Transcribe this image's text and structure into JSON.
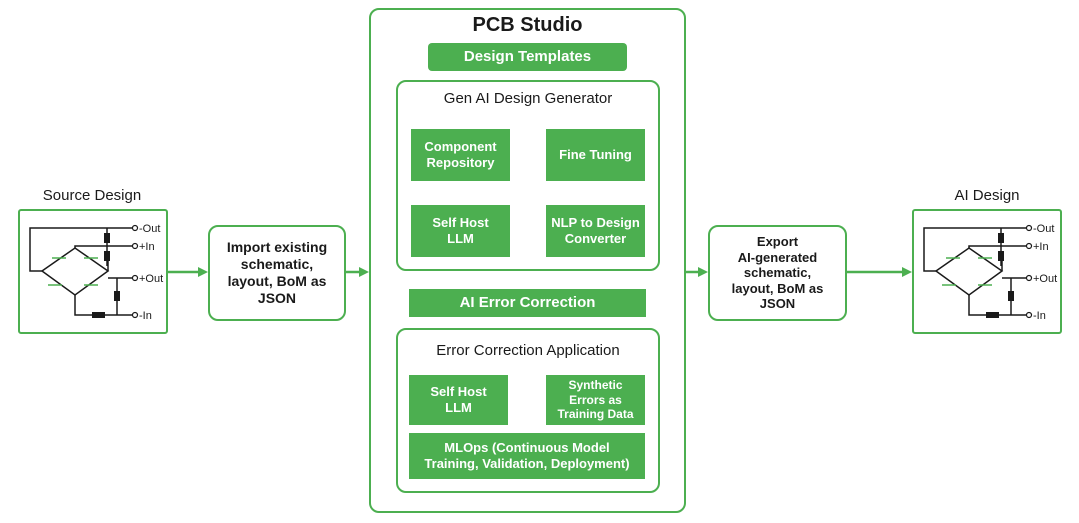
{
  "source": {
    "title": "Source Design",
    "pins": [
      "-Out",
      "+In",
      "+Out",
      "-In"
    ]
  },
  "import_box": {
    "text": "Import existing\nschematic,\nlayout, BoM as\nJSON"
  },
  "studio": {
    "title": "PCB Studio",
    "design_templates": "Design Templates",
    "generator": {
      "title": "Gen AI Design Generator",
      "items": [
        "Component\nRepository",
        "Fine Tuning",
        "Self Host\nLLM",
        "NLP to Design\nConverter"
      ]
    },
    "error_correction_bar": "AI Error Correction",
    "error_app": {
      "title": "Error Correction Application",
      "items": [
        "Self Host\nLLM",
        "Synthetic\nErrors as\nTraining Data"
      ],
      "mlops": "MLOps (Continuous Model\nTraining, Validation, Deployment)"
    }
  },
  "export_box": {
    "text": "Export\nAI-generated\nschematic,\nlayout, BoM as\nJSON"
  },
  "ai_design": {
    "title": "AI Design",
    "pins": [
      "-Out",
      "+In",
      "+Out",
      "-In"
    ]
  },
  "colors": {
    "accent": "#4caf50",
    "text": "#1a1a1a"
  }
}
